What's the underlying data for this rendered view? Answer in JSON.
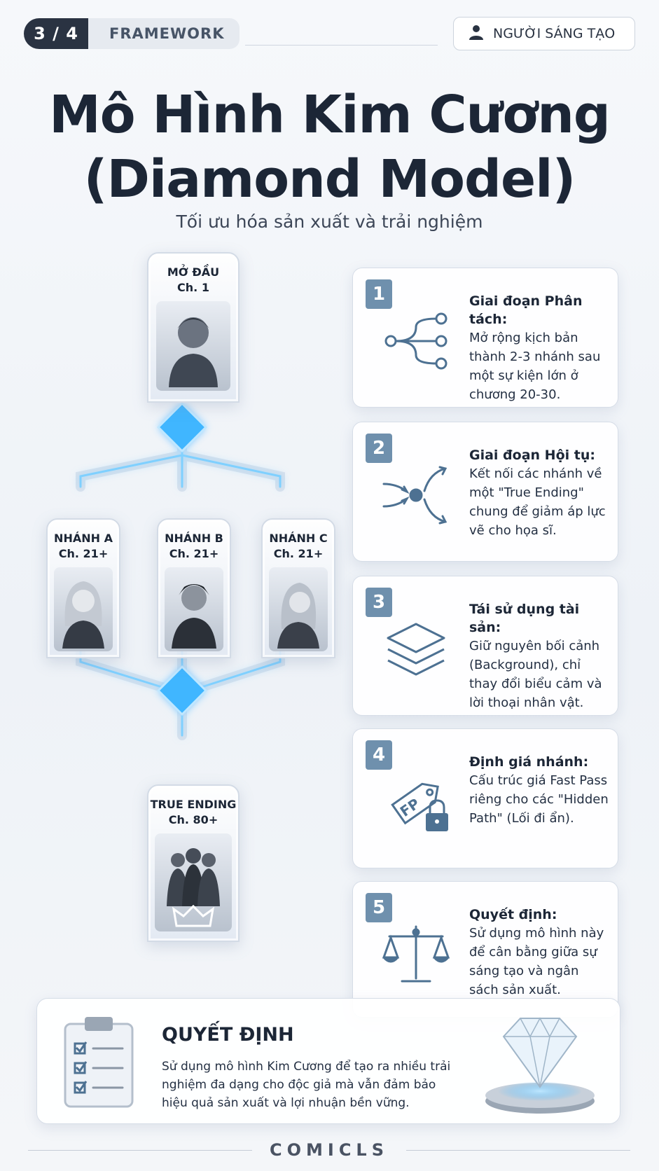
{
  "header": {
    "page_indicator": "3 / 4",
    "section_label": "FRAMEWORK",
    "creator_label": "NGƯỜI SÁNG TẠO"
  },
  "title": {
    "line1": "Mô Hình Kim Cương",
    "line2": "(Diamond Model)",
    "subtitle": "Tối ưu hóa sản xuất và trải nghiệm"
  },
  "flow": {
    "start": {
      "label": "MỞ ĐẦU",
      "chapter": "Ch. 1"
    },
    "branches": [
      {
        "label": "NHÁNH A",
        "chapter": "Ch. 21+"
      },
      {
        "label": "NHÁNH B",
        "chapter": "Ch. 21+"
      },
      {
        "label": "NHÁNH C",
        "chapter": "Ch. 21+"
      }
    ],
    "end": {
      "label": "TRUE ENDING",
      "chapter": "Ch. 80+"
    },
    "accent_color": "#3fb6ff"
  },
  "steps": [
    {
      "number": "1",
      "title": "Giai đoạn Phân tách:",
      "desc": "Mở rộng kịch bản thành 2-3 nhánh sau một sự kiện lớn ở chương 20-30.",
      "icon": "branch-split-icon"
    },
    {
      "number": "2",
      "title": "Giai đoạn Hội tụ:",
      "desc": "Kết nối các nhánh về một \"True Ending\" chung để giảm áp lực vẽ cho họa sĩ.",
      "icon": "converge-icon"
    },
    {
      "number": "3",
      "title": "Tái sử dụng tài sản:",
      "desc": "Giữ nguyên bối cảnh (Background), chỉ thay đổi biểu cảm và lời thoại nhân vật.",
      "icon": "layers-icon"
    },
    {
      "number": "4",
      "title": "Định giá nhánh:",
      "desc": "Cấu trúc giá Fast Pass riêng cho các \"Hidden Path\" (Lối đi ẩn).",
      "icon": "price-tag-lock-icon",
      "tag_text": "FP"
    },
    {
      "number": "5",
      "title": "Quyết định:",
      "desc": "Sử dụng mô hình này để cân bằng giữa sự sáng tạo và ngân sách sản xuất.",
      "icon": "balance-scale-icon"
    }
  ],
  "decision": {
    "title": "QUYẾT ĐỊNH",
    "desc": "Sử dụng mô hình Kim Cương để tạo ra nhiều trải nghiệm đa dạng cho độc giả mà vẫn đảm bảo hiệu quả sản xuất và lợi nhuận bền vững."
  },
  "footer": {
    "brand": "COMICLS"
  },
  "colors": {
    "dark": "#1c2636",
    "step_badge": "#6f90ad",
    "icon_stroke": "#4d7192",
    "glow": "#3fb6ff"
  }
}
